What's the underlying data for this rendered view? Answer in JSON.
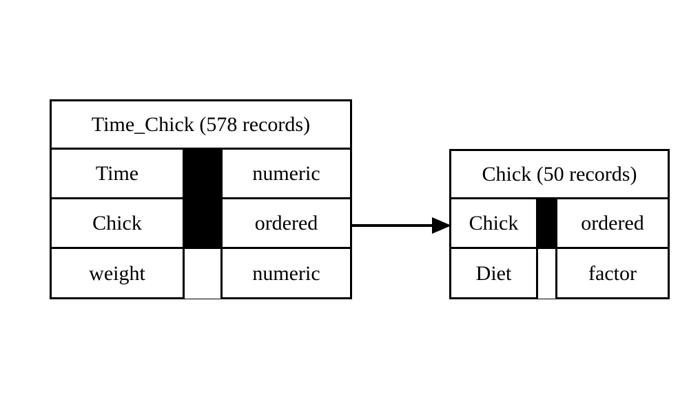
{
  "diagram": {
    "type": "entity-relationship",
    "background_color": "#ffffff",
    "line_color": "#000000",
    "entities": [
      {
        "id": "time_chick",
        "title": "Time_Chick (578 records)",
        "name": "Time_Chick",
        "record_count": "578 records",
        "fields": [
          {
            "name": "Time",
            "type": "numeric",
            "is_key": true
          },
          {
            "name": "Chick",
            "type": "ordered",
            "is_key": true
          },
          {
            "name": "weight",
            "type": "numeric",
            "is_key": false
          }
        ]
      },
      {
        "id": "chick",
        "title": "Chick (50 records)",
        "name": "Chick",
        "record_count": "50 records",
        "fields": [
          {
            "name": "Chick",
            "type": "ordered",
            "is_key": true
          },
          {
            "name": "Diet",
            "type": "factor",
            "is_key": false
          }
        ]
      }
    ],
    "relationships": [
      {
        "id": "time_chick-to-chick",
        "from_entity": "time_chick",
        "from_field": "Chick",
        "to_entity": "chick",
        "to_field": "Chick",
        "direction": "right",
        "style": "solid-line-with-filled-arrowhead"
      }
    ]
  }
}
